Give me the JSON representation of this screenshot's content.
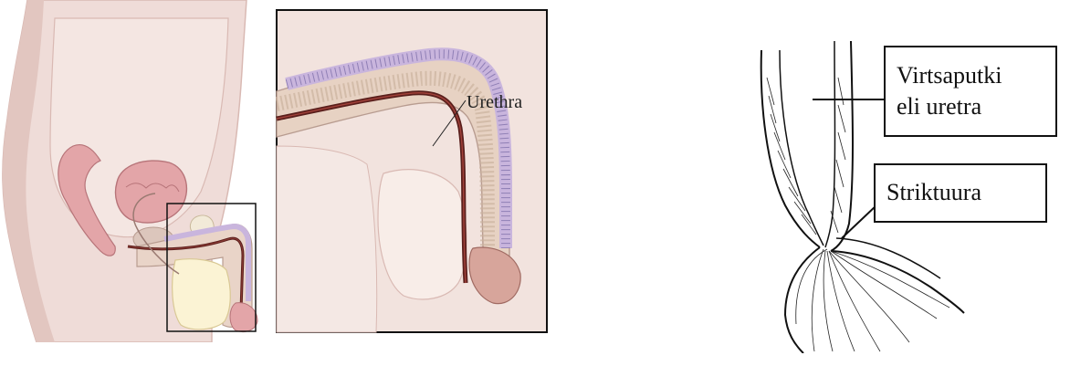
{
  "labels": {
    "urethra": "Urethra",
    "urethra_fi_line1": "Virtsaputki",
    "urethra_fi_line2": "eli uretra",
    "stricture": "Striktuura"
  },
  "colors": {
    "skin": "#efdcd8",
    "skin_shadow": "#d9b9b3",
    "tissue": "#e9d4c8",
    "spongy": "#d8b9a4",
    "purple_layer": "#c9b5dd",
    "urethra_dark": "#5a1f1c",
    "bladder_pink": "#e3a5a8",
    "cream": "#fbf3d4",
    "outline": "#111111"
  }
}
